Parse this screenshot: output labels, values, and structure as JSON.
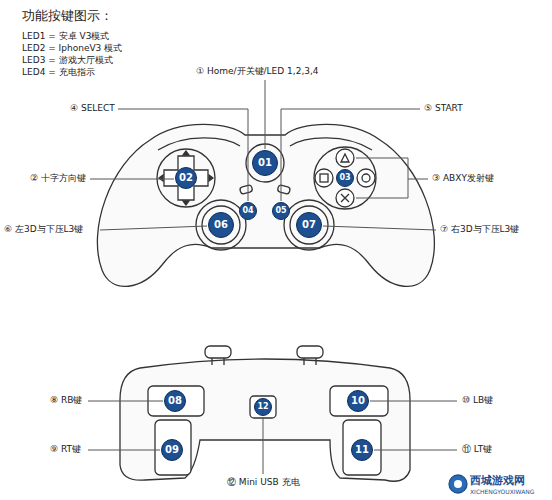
{
  "diagram": {
    "title": "功能按键图示：",
    "nodes": [
      {
        "text": [
          "01"
        ]
      },
      {
        "text": [
          "02"
        ]
      },
      {
        "text": [
          "03"
        ]
      },
      {
        "text": [
          "04"
        ]
      },
      {
        "text": [
          "05"
        ]
      },
      {
        "text": [
          "06"
        ]
      },
      {
        "text": [
          "07"
        ]
      },
      {
        "text": [
          "08"
        ]
      },
      {
        "text": [
          "09"
        ]
      },
      {
        "text": [
          "10"
        ]
      },
      {
        "text": [
          "11"
        ]
      },
      {
        "text": [
          "12"
        ]
      }
    ],
    "labels": [
      "LED1 = 安卓 V3模式",
      "LED2 = IphoneV3 模式",
      "LED3 = 游戏大厅模式",
      "LED4 = 充电指示",
      "① Home/开关键/LED 1,2,3,4",
      "④ SELECT",
      "⑤ START",
      "② 十字方向键",
      "③ ABXY发射键",
      "⑥ 左3D与下压L3键",
      "⑦ 右3D与下压L3键",
      "⑧ RB键",
      "⑨ RT键",
      "⑩ LB键",
      "⑪ LT键",
      "⑫ Mini USB 充电",
      "西城游戏网",
      "XICHENGYOUXIWANG"
    ]
  }
}
